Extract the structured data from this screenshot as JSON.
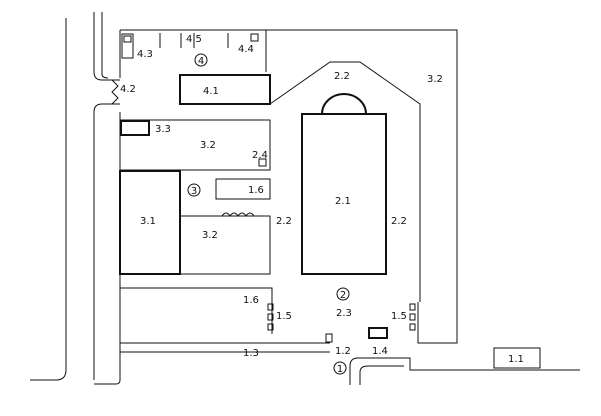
{
  "diagram": {
    "labels": {
      "l_1_1": "1.1",
      "l_1_2": "1.2",
      "l_1_3": "1.3",
      "l_1_4": "1.4",
      "l_1_5a": "1.5",
      "l_1_5b": "1.5",
      "l_1_6a": "1.6",
      "l_1_6b": "1.6",
      "l_2_1": "2.1",
      "l_2_2a": "2.2",
      "l_2_2b": "2.2",
      "l_2_2c": "2.2",
      "l_2_3": "2.3",
      "l_2_4": "2.4",
      "l_3_1": "3.1",
      "l_3_2a": "3.2",
      "l_3_2b": "3.2",
      "l_3_2c": "3.2",
      "l_3_3": "3.3",
      "l_4_1": "4.1",
      "l_4_2": "4.2",
      "l_4_3": "4.3",
      "l_4_4": "4.4",
      "l_4_5": "4.5"
    },
    "zones": {
      "z1": "1",
      "z2": "2",
      "z3": "3",
      "z4": "4"
    }
  }
}
